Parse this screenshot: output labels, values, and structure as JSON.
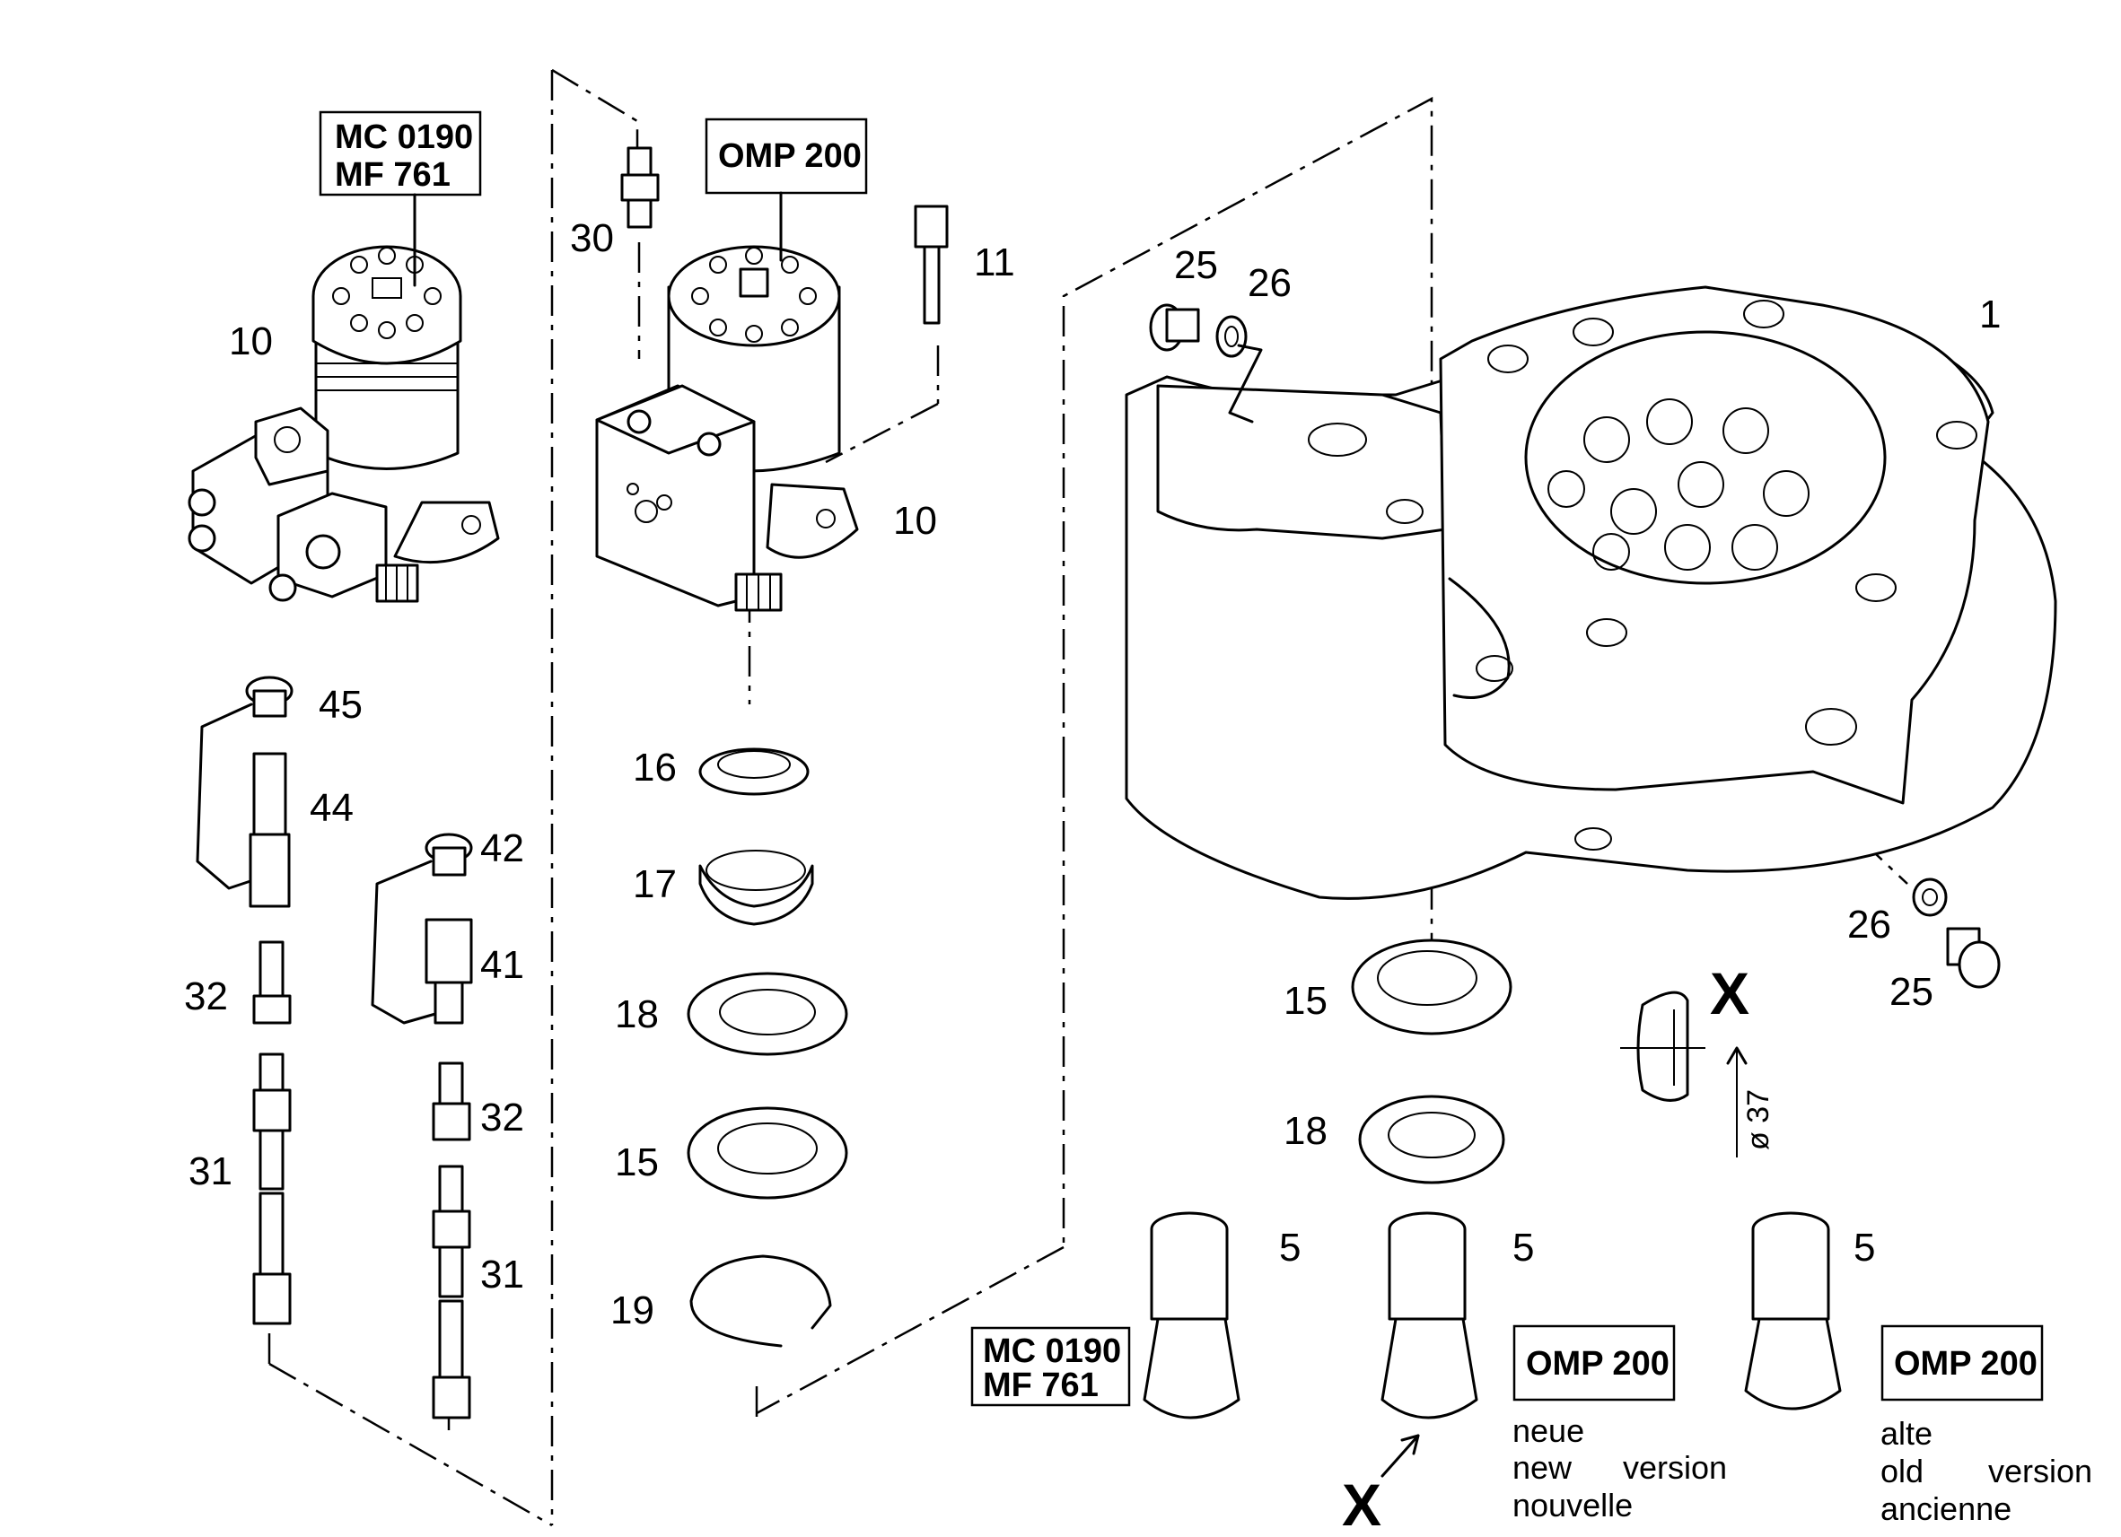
{
  "labels_boxes": {
    "motor_left_line1": "MC 0190",
    "motor_left_line2": "MF 761",
    "motor_center": "OMP 200",
    "pinion_left_line1": "MC 0190",
    "pinion_left_line2": "MF 761",
    "pinion_new": "OMP 200",
    "pinion_old": "OMP 200"
  },
  "part_numbers": {
    "p10_left": "10",
    "p30": "30",
    "p11": "11",
    "p10_center": "10",
    "p45": "45",
    "p44": "44",
    "p42": "42",
    "p41": "41",
    "p32_left": "32",
    "p32_right": "32",
    "p31_left": "31",
    "p31_right": "31",
    "p16": "16",
    "p17": "17",
    "p18_center": "18",
    "p15_center": "15",
    "p19": "19",
    "p25_top": "25",
    "p26_top": "26",
    "p1": "1",
    "p26_bottom": "26",
    "p25_bottom": "25",
    "p15_right": "15",
    "p18_right": "18",
    "p5_a": "5",
    "p5_b": "5",
    "p5_c": "5"
  },
  "detail": {
    "view_marker": "X",
    "view_marker_arrow": "X",
    "diameter": "ø 37"
  },
  "version_notes": {
    "new_de": "neue",
    "new_en_a": "new",
    "new_en_b": "version",
    "new_fr": "nouvelle",
    "old_de": "alte",
    "old_en_a": "old",
    "old_en_b": "version",
    "old_fr": "ancienne"
  }
}
